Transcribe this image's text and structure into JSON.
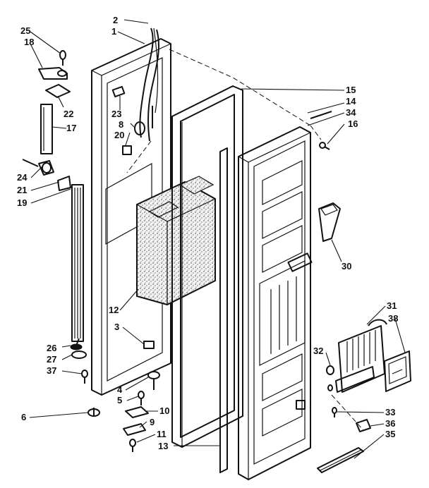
{
  "callouts": {
    "c1": "1",
    "c2": "2",
    "c3": "3",
    "c4": "4",
    "c5": "5",
    "c6": "6",
    "c8": "8",
    "c9": "9",
    "c10": "10",
    "c11": "11",
    "c12": "12",
    "c13": "13",
    "c14": "14",
    "c15": "15",
    "c16": "16",
    "c17": "17",
    "c18": "18",
    "c19": "19",
    "c20": "20",
    "c21": "21",
    "c22": "22",
    "c23": "23",
    "c24": "24",
    "c25": "25",
    "c26": "26",
    "c27": "27",
    "c30": "30",
    "c31": "31",
    "c32": "32",
    "c33": "33",
    "c34": "34",
    "c35": "35",
    "c36": "36",
    "c37": "37",
    "c38": "38"
  }
}
